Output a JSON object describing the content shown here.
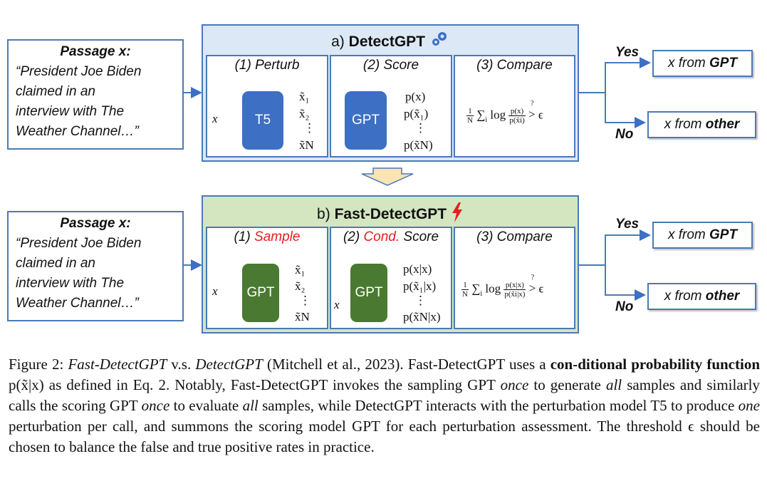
{
  "panel_a": {
    "prefix": "a)",
    "title": "DetectGPT",
    "icon": "gear-icon",
    "passage": {
      "title": "Passage x:",
      "lines": [
        "“President Joe Biden",
        "claimed in an",
        "interview with The",
        "Weather Channel…”"
      ]
    },
    "steps": {
      "perturb": "(1) Perturb",
      "score": "(2) Score",
      "compare": "(3) Compare"
    },
    "perturb_model": "T5",
    "score_model": "GPT",
    "input_var": "x",
    "samples": [
      "x̃₁",
      "x̃₂",
      "⋮",
      "x̃N"
    ],
    "probs": [
      "p(x)",
      "p(x̃₁)",
      "⋮",
      "p(x̃N)"
    ],
    "compare_expr": {
      "coef_num": "1",
      "coef_den": "N",
      "sum": "∑",
      "sub": "i",
      "log": "log",
      "frac_num": "p(x)",
      "frac_den": "p(x̃i)",
      "test": "?",
      "rel": ">",
      "eps": "ϵ"
    },
    "yes": "Yes",
    "no": "No",
    "out_yes": {
      "prefix": "x from ",
      "bold": "GPT"
    },
    "out_no": {
      "prefix": "x from ",
      "bold": "other"
    }
  },
  "panel_b": {
    "prefix": "b)",
    "title": "Fast-DetectGPT",
    "icon": "lightning-icon",
    "passage": {
      "title": "Passage x:",
      "lines": [
        "“President Joe Biden",
        "claimed in an",
        "interview with The",
        "Weather Channel…”"
      ]
    },
    "steps": {
      "sample_pre": "(1) ",
      "sample_red": "Sample",
      "score_pre": "(2) ",
      "score_red": "Cond.",
      "score_post": " Score",
      "compare": "(3) Compare"
    },
    "sample_model": "GPT",
    "score_model": "GPT",
    "input_var": "x",
    "cond_var": "x",
    "samples": [
      "x̃₁",
      "x̃₂",
      "⋮",
      "x̃N"
    ],
    "probs": [
      "p(x|x)",
      "p(x̃₁|x)",
      "⋮",
      "p(x̃N|x)"
    ],
    "compare_expr": {
      "coef_num": "1",
      "coef_den": "N",
      "sum": "∑",
      "sub": "i",
      "log": "log",
      "frac_num": "p(x|x)",
      "frac_den": "p(x̃i|x)",
      "test": "?",
      "rel": ">",
      "eps": "ϵ"
    },
    "yes": "Yes",
    "no": "No",
    "out_yes": {
      "prefix": "x from ",
      "bold": "GPT"
    },
    "out_no": {
      "prefix": "x from ",
      "bold": "other"
    }
  },
  "caption": {
    "label": "Figure 2: ",
    "t1": "Fast-DetectGPT",
    "t2": " v.s. ",
    "t3": "DetectGPT",
    "t4": " (Mitchell et al., 2023). Fast-DetectGPT uses a ",
    "t5": "con-ditional probability function",
    "t6": " p(x̃|x) as defined in Eq. 2. Notably, Fast-DetectGPT invokes the sampling GPT ",
    "t7": "once",
    "t8": " to generate ",
    "t9": "all",
    "t10": " samples and similarly calls the scoring GPT ",
    "t11": "once",
    "t12": " to evaluate ",
    "t13": "all",
    "t14": " samples, while DetectGPT interacts with the perturbation model T5 to produce ",
    "t15": "one",
    "t16": " perturbation per call, and summons the scoring model GPT for each perturbation assessment. The threshold ϵ should be chosen to balance the false and true positive rates in practice."
  },
  "colors": {
    "blue_border": "#4a7ab8",
    "panel_a_bg": "#dce8f6",
    "panel_b_bg": "#d3e6c0",
    "blue_model": "#3d6fc4",
    "green_model": "#4a7a32",
    "red": "#e02020",
    "arrow_orange_fill": "#fbe3b5"
  }
}
